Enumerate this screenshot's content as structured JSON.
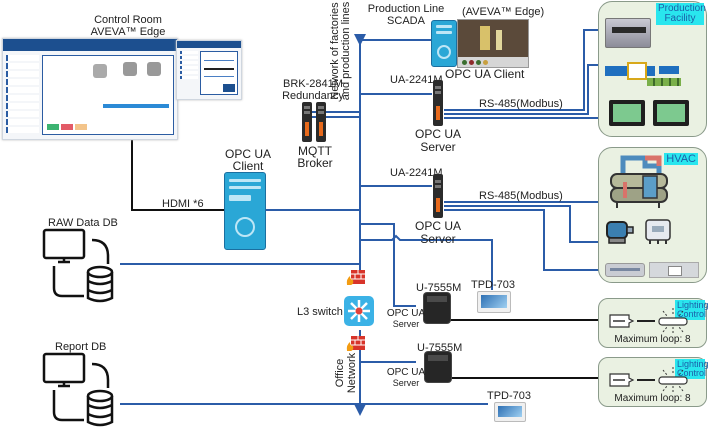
{
  "title_control_room": "Control Room",
  "title_control_room_sub": "AVEVA™ Edge",
  "production_line_scada": "Production Line",
  "production_line_scada_sub": "SCADA",
  "aveva_edge_label": "(AVEVA™ Edge)",
  "opc_ua_client_top": "OPC UA Client",
  "network_factories_line1": "Network of factories",
  "network_factories_line2": "and production lines",
  "brk_model": "BRK-2841M",
  "brk_redundancy": "Redundancy",
  "mqtt_line1": "MQTT",
  "mqtt_line2": "Broker",
  "ua2241_top": "UA-2241M",
  "ua2241_bottom": "UA-2241M",
  "rs485_top": "RS-485(Modbus)",
  "rs485_bottom": "RS-485(Modbus)",
  "opc_ua_server_line1": "OPC UA",
  "opc_ua_server_line2": "Server",
  "opc_ua_client_mid_line1": "OPC UA",
  "opc_ua_client_mid_line2": "Client",
  "hdmi": "HDMI *6",
  "raw_data_db": "RAW Data DB",
  "report_db": "Report DB",
  "l3_switch": "L3 switch",
  "u7555_top": "U-7555M",
  "u7555_bottom": "U-7555M",
  "tpd_top": "TPD-703",
  "tpd_bottom": "TPD-703",
  "office_network_line1": "Office",
  "office_network_line2": "Network",
  "panel_production": "Production Facility",
  "panel_hvac": "HVAC",
  "panel_lighting_1": "Lighting Control",
  "panel_lighting_2": "Lighting Control",
  "max_loop_1": "Maximum loop: 8",
  "max_loop_2": "Maximum loop: 8",
  "colors": {
    "network_blue": "#2b5ca8",
    "serial_black": "#111111",
    "panel_bg": "#eaf1e2",
    "tag_cyan": "#29e6ee"
  }
}
